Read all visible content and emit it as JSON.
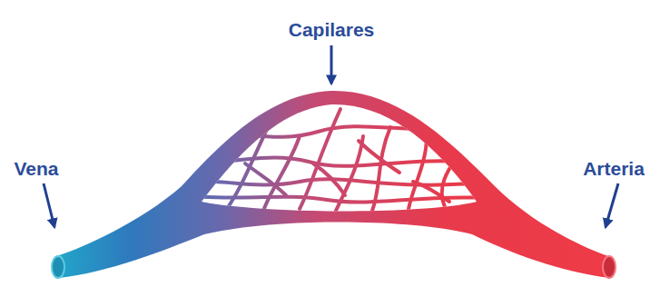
{
  "diagram": {
    "labels": [
      "Capilares",
      "Vena",
      "Arteria"
    ]
  }
}
